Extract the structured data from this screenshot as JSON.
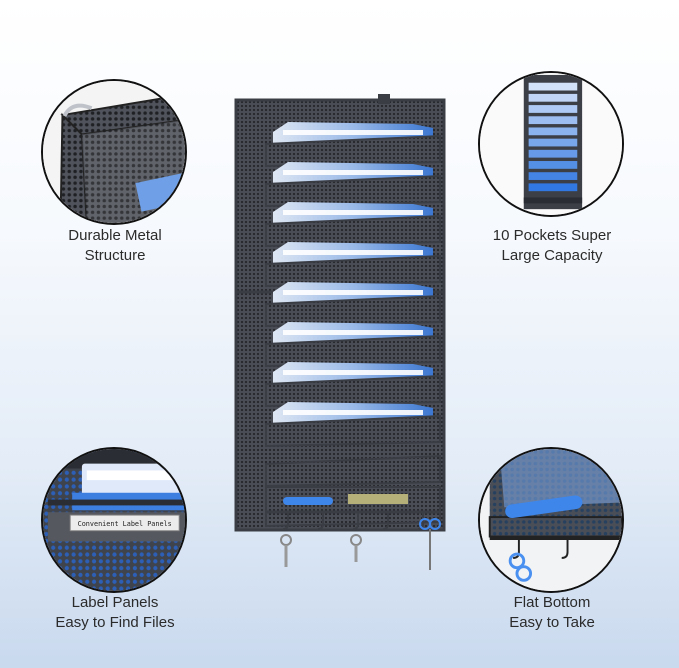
{
  "features": [
    {
      "line1": "Durable Metal",
      "line2": "Structure"
    },
    {
      "line1": "10 Pockets Super",
      "line2": "Large Capacity"
    },
    {
      "line1": "Label Panels",
      "line2": "Easy to Find Files"
    },
    {
      "line1": "Flat Bottom",
      "line2": "Easy to Take"
    }
  ],
  "label_panel_text": "Convenient Label Panels",
  "pocket_count": 10,
  "colors": {
    "frame": "#3a3d44",
    "folder_light": "#dbe8fb",
    "folder_mid": "#8fb4ec",
    "folder_dark": "#2f6fd3",
    "background_bottom": "#c9d9ee"
  },
  "icons": [
    "mesh-rack",
    "key-ring",
    "scissors",
    "blue-pen"
  ]
}
